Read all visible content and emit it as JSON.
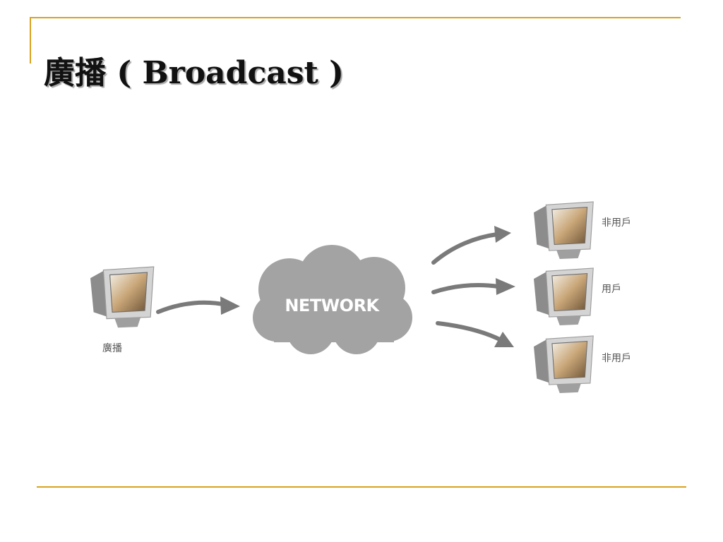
{
  "slide": {
    "title": "廣播 ( Broadcast )",
    "accent_color": "#d9a21f"
  },
  "diagram": {
    "sender_label": "廣播",
    "network_label": "NETWORK",
    "receivers": [
      {
        "label": "非用戶"
      },
      {
        "label": "用戶"
      },
      {
        "label": "非用戶"
      }
    ],
    "icons": {
      "computer": "crt-monitor-icon",
      "network": "cloud-icon",
      "flow": "curved-arrow-icon"
    },
    "colors": {
      "cloud": "#a3a3a3",
      "arrow": "#7a7a7a",
      "monitor": "#b8b8b8"
    }
  }
}
